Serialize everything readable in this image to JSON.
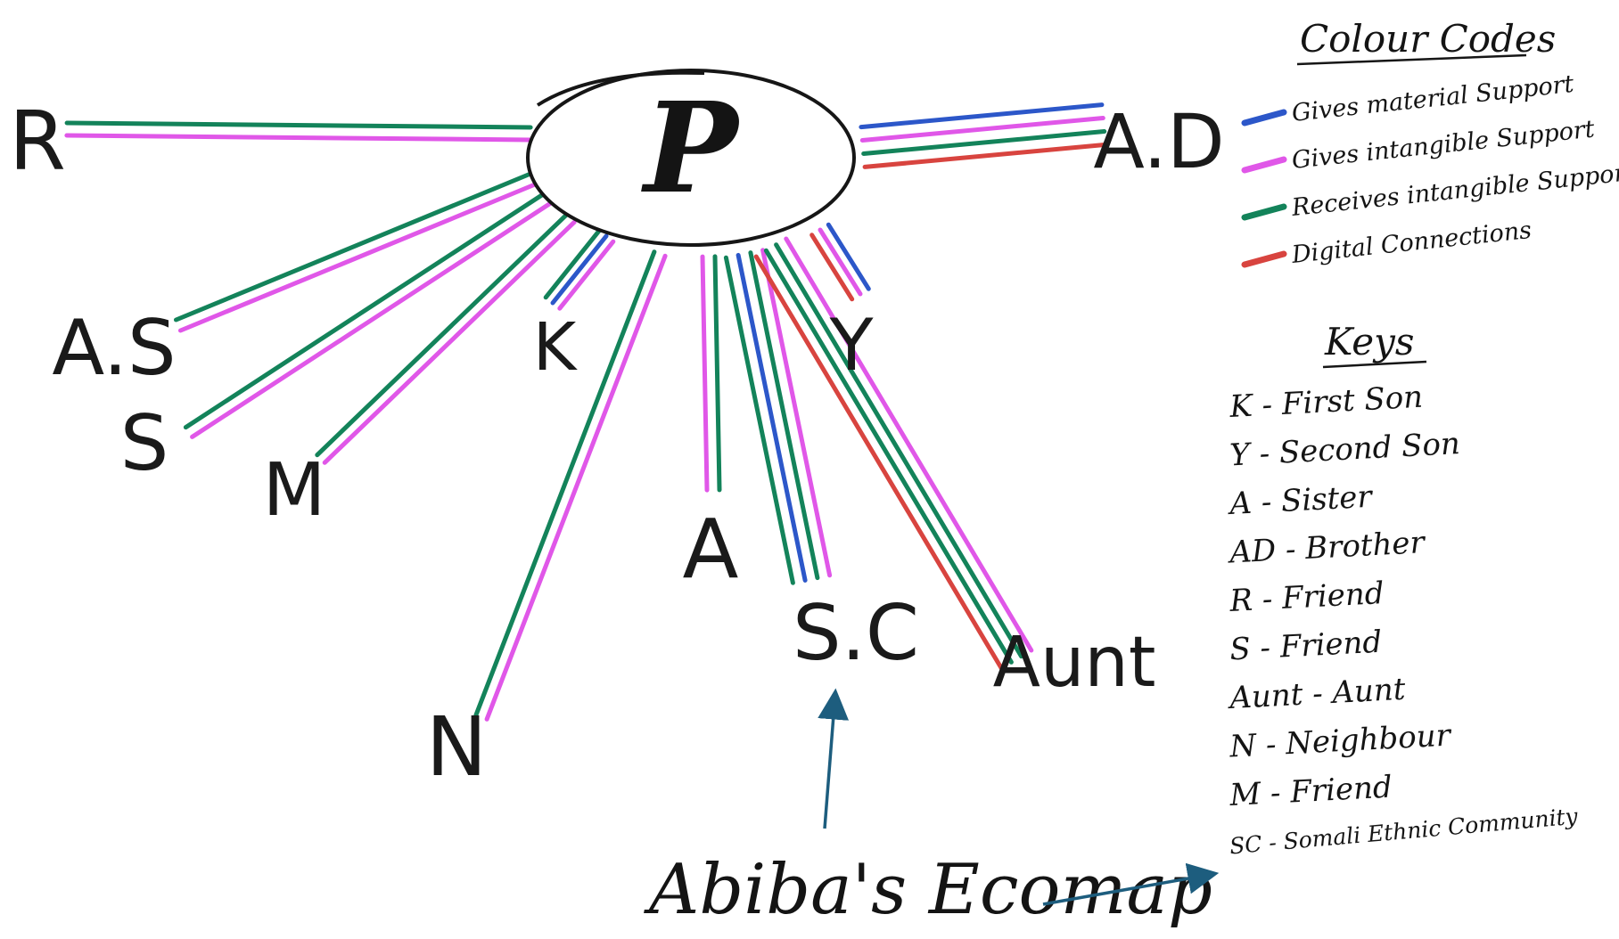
{
  "colors": {
    "material": "#2c57c9",
    "give_intangible": "#e057e8",
    "receive_intangible": "#13835a",
    "digital": "#d8443f",
    "ink": "#161616",
    "arrow": "#1d5d7e"
  },
  "center": {
    "label": "P"
  },
  "legend": {
    "title": "Colour Codes",
    "items": [
      {
        "key": "material",
        "label": "Gives material Support"
      },
      {
        "key": "give_intangible",
        "label": "Gives intangible Support"
      },
      {
        "key": "receive_intangible",
        "label": "Receives intangible Support"
      },
      {
        "key": "digital",
        "label": "Digital Connections"
      }
    ]
  },
  "keys": {
    "title": "Keys",
    "items": [
      "K - First Son",
      "Y - Second Son",
      "A - Sister",
      "AD - Brother",
      "R - Friend",
      "S - Friend",
      "Aunt - Aunt",
      "N - Neighbour",
      "M - Friend",
      "SC - Somali Ethnic Community"
    ]
  },
  "nodes": [
    {
      "id": "R",
      "label": "R",
      "links": [
        "give_intangible",
        "receive_intangible"
      ]
    },
    {
      "id": "AS",
      "label": "A.S",
      "links": [
        "give_intangible",
        "receive_intangible"
      ]
    },
    {
      "id": "S",
      "label": "S",
      "links": [
        "give_intangible",
        "receive_intangible"
      ]
    },
    {
      "id": "M",
      "label": "M",
      "links": [
        "give_intangible",
        "receive_intangible"
      ]
    },
    {
      "id": "K",
      "label": "K",
      "links": [
        "give_intangible",
        "material",
        "receive_intangible"
      ]
    },
    {
      "id": "N",
      "label": "N",
      "links": [
        "give_intangible",
        "receive_intangible"
      ]
    },
    {
      "id": "A",
      "label": "A",
      "links": [
        "receive_intangible",
        "give_intangible"
      ]
    },
    {
      "id": "SC",
      "label": "S.C",
      "links": [
        "give_intangible",
        "receive_intangible",
        "material",
        "receive_intangible"
      ]
    },
    {
      "id": "Aunt",
      "label": "Aunt",
      "links": [
        "give_intangible",
        "receive_intangible",
        "receive_intangible",
        "digital"
      ]
    },
    {
      "id": "Y",
      "label": "Y",
      "links": [
        "material",
        "give_intangible",
        "digital"
      ]
    },
    {
      "id": "AD",
      "label": "A.D",
      "links": [
        "material",
        "give_intangible",
        "receive_intangible",
        "digital"
      ]
    }
  ],
  "caption": "Abiba's Ecomap"
}
